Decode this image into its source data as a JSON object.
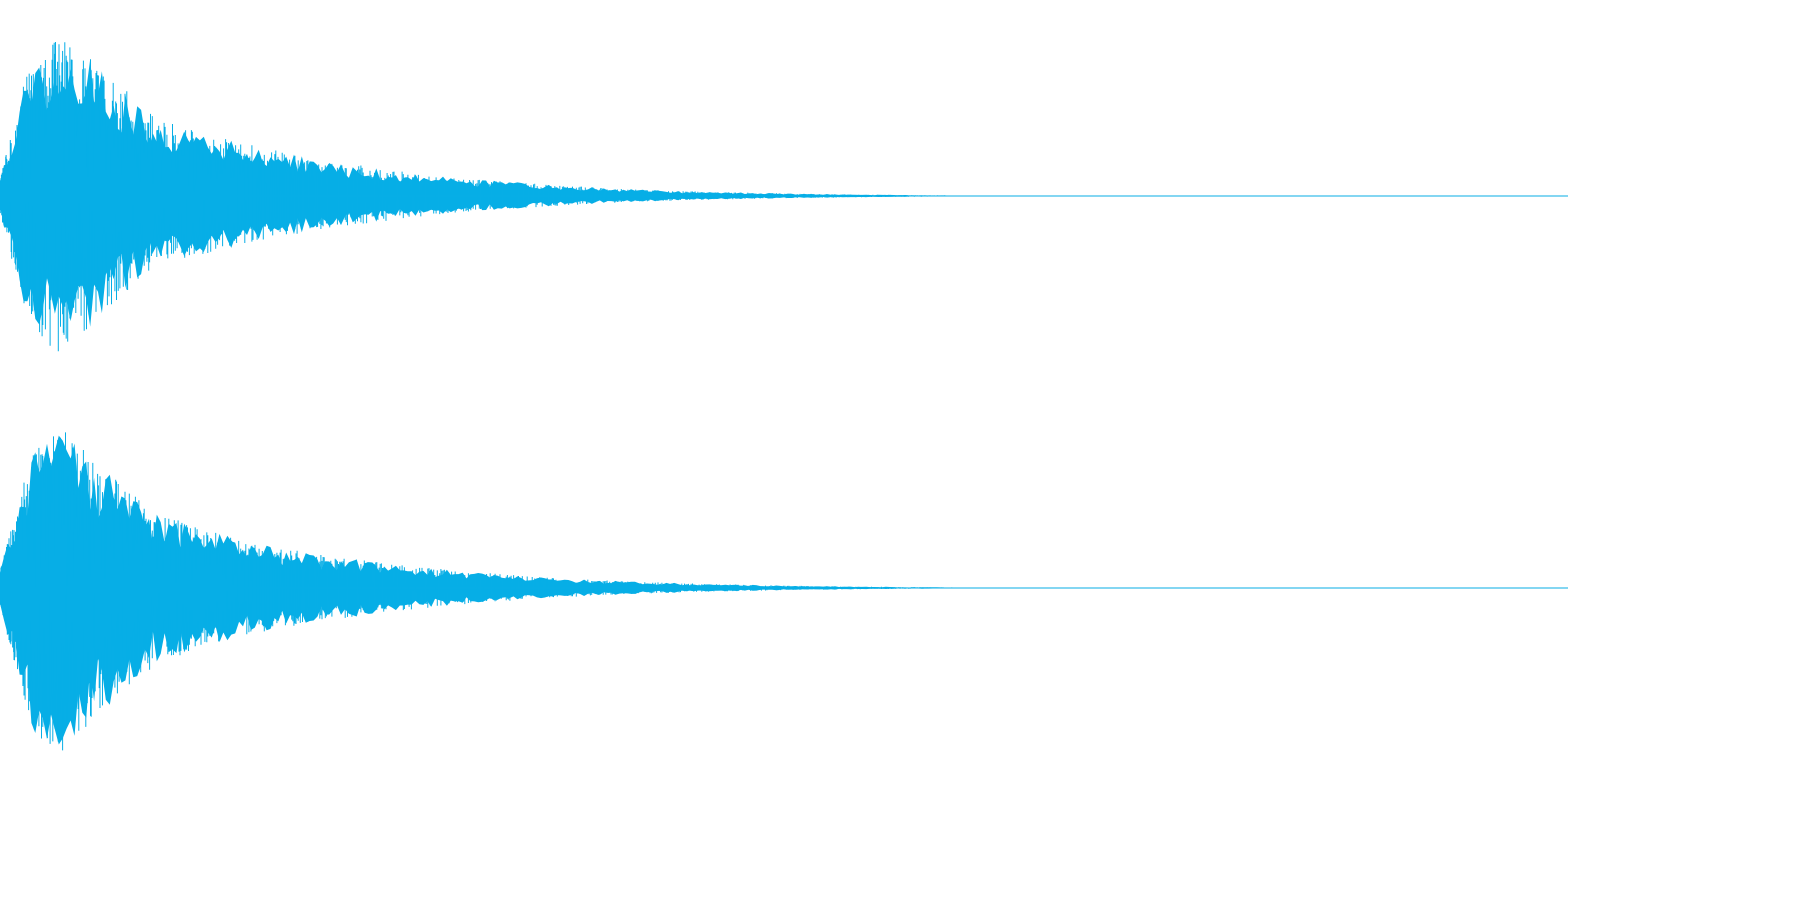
{
  "colors": {
    "background": "#ffffff",
    "waveform": "#07aee6"
  },
  "chart_data": {
    "type": "area",
    "title": "",
    "xlabel": "",
    "ylabel": "",
    "grid": false,
    "legend": "none",
    "ylim": [
      -1,
      1
    ],
    "x_extent": [
      0,
      1
    ],
    "description_note": "",
    "series": [
      {
        "x": [
          0.0,
          0.02,
          0.04,
          0.06,
          0.08,
          0.1,
          0.13,
          0.16,
          0.2,
          0.25,
          0.3,
          0.35,
          0.4,
          0.45,
          0.5,
          0.55,
          0.6,
          0.65,
          1.0
        ],
        "upper": [
          0.1,
          0.82,
          0.92,
          0.78,
          0.62,
          0.46,
          0.36,
          0.3,
          0.22,
          0.15,
          0.1,
          0.065,
          0.04,
          0.025,
          0.015,
          0.008,
          0.004,
          0.0,
          0.0
        ],
        "lower": [
          -0.1,
          -0.82,
          -0.92,
          -0.74,
          -0.56,
          -0.42,
          -0.34,
          -0.28,
          -0.2,
          -0.14,
          -0.09,
          -0.06,
          -0.035,
          -0.022,
          -0.013,
          -0.007,
          -0.003,
          0.0,
          0.0
        ]
      },
      {
        "x": [
          0.0,
          0.02,
          0.04,
          0.06,
          0.08,
          0.1,
          0.13,
          0.16,
          0.2,
          0.25,
          0.3,
          0.35,
          0.4,
          0.45,
          0.5,
          0.55,
          0.6,
          0.65,
          1.0
        ],
        "upper": [
          0.1,
          0.78,
          0.94,
          0.74,
          0.58,
          0.44,
          0.34,
          0.27,
          0.2,
          0.14,
          0.095,
          0.06,
          0.038,
          0.024,
          0.014,
          0.008,
          0.004,
          0.0,
          0.0
        ],
        "lower": [
          -0.1,
          -0.84,
          -0.96,
          -0.76,
          -0.6,
          -0.44,
          -0.34,
          -0.27,
          -0.2,
          -0.14,
          -0.09,
          -0.058,
          -0.036,
          -0.022,
          -0.013,
          -0.007,
          -0.003,
          0.0,
          0.0
        ]
      }
    ]
  }
}
